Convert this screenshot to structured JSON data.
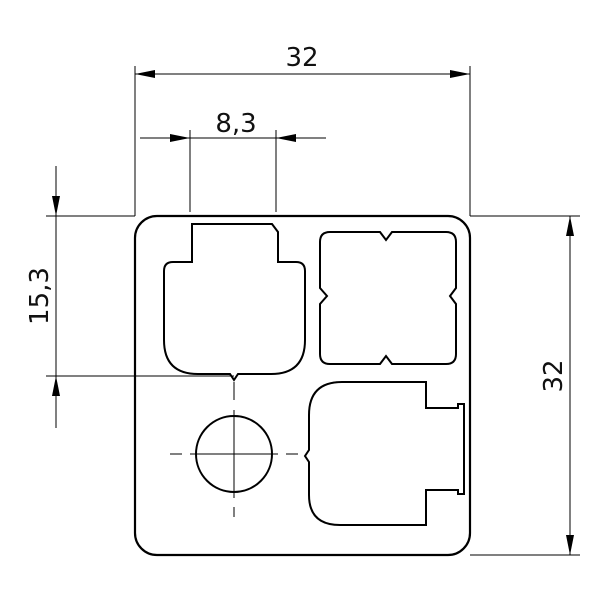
{
  "drawing": {
    "dimensions": {
      "overall_width": "32",
      "overall_height": "32",
      "slot_width": "8,3",
      "slot_offset": "15,3"
    },
    "colors": {
      "line": "#000000",
      "background": "#ffffff"
    }
  }
}
